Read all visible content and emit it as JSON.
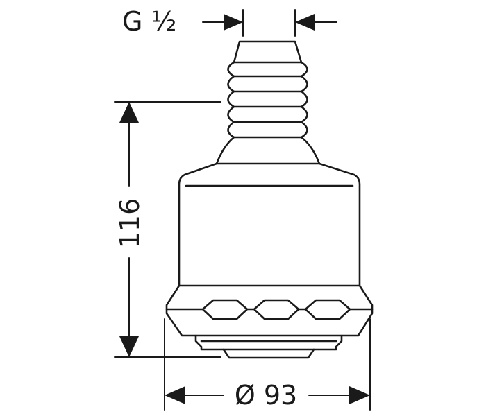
{
  "dimensions": {
    "thread": {
      "label": "G ½"
    },
    "height": {
      "label": "116"
    },
    "diameter": {
      "label": "Ø 93"
    }
  },
  "colors": {
    "line": "#1a1a1a",
    "background": "#ffffff"
  }
}
